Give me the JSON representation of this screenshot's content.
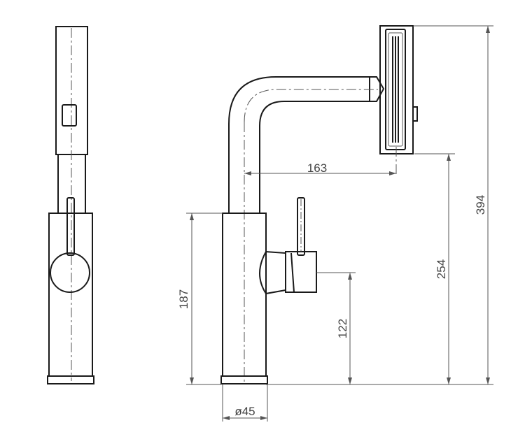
{
  "drawing": {
    "line_color": "#1a1a1a",
    "dimension_color": "#555555"
  },
  "dimensions": {
    "reach": "163",
    "total_height": "394",
    "spout_height": "254",
    "body_height": "187",
    "handle_height": "122",
    "base_diameter": "ø45"
  }
}
